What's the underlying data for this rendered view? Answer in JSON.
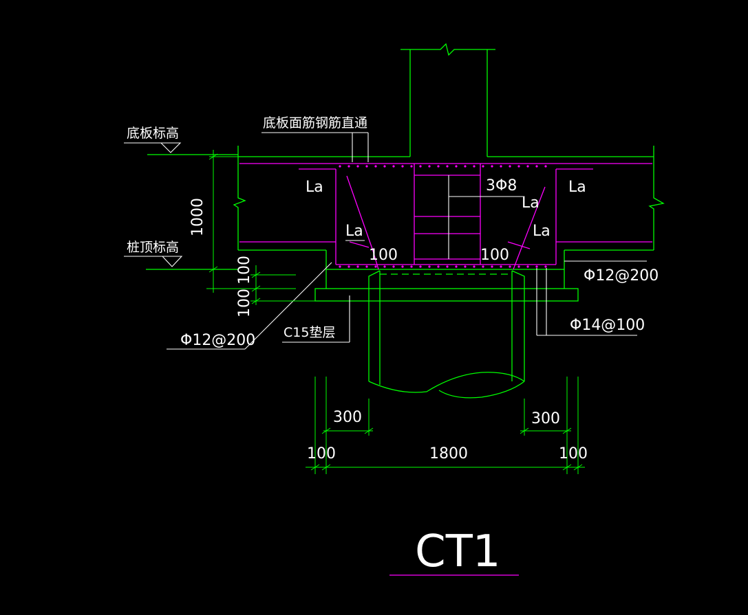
{
  "labels": {
    "slab_bottom_elev": "底板标高",
    "slab_top_rebar": "底板面筋钢筋直通",
    "pile_top_elev": "桩顶标高",
    "thickness_1000": "1000",
    "dim_100_a": "100",
    "dim_100_b": "100",
    "la_left_top": "La",
    "la_right_top": "La",
    "la_right_mid": "La",
    "la_left_low": "La",
    "la_right_low": "La",
    "stirrup_3phi8": "3Φ8",
    "len_100_left": "100",
    "len_100_right": "100",
    "rebar_phi12_200_right": "Φ12@200",
    "rebar_phi14_100": "Φ14@100",
    "rebar_phi12_200_left": "Φ12@200",
    "c15_cushion": "C15垫层",
    "dim_300_left": "300",
    "dim_300_right": "300",
    "dim_100_bottom_left": "100",
    "dim_1800": "1800",
    "dim_100_bottom_right": "100",
    "title": "CT1"
  },
  "colors": {
    "background": "#000000",
    "concrete_outline": "#00ff00",
    "rebar": "#ff00ff",
    "annotation": "#ffffff"
  }
}
